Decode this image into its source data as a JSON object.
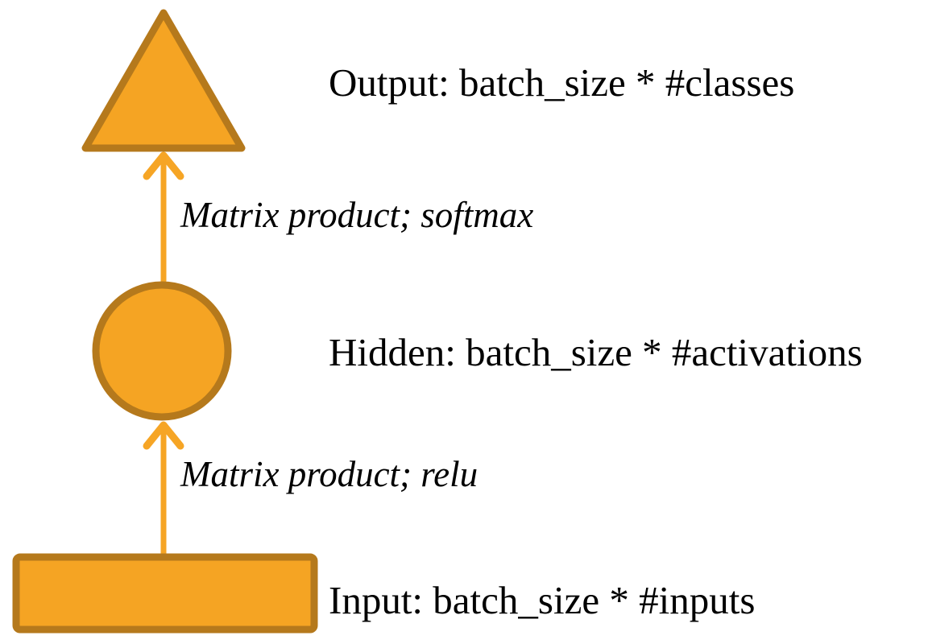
{
  "diagram": {
    "type": "flow-diagram",
    "description": "Neural network layer flow: input rectangle to hidden circle to output triangle, connected by upward arrows",
    "nodes": [
      {
        "id": "output",
        "shape": "triangle",
        "label": "Output: batch_size * #classes"
      },
      {
        "id": "hidden",
        "shape": "circle",
        "label": "Hidden: batch_size * #activations"
      },
      {
        "id": "input",
        "shape": "rectangle",
        "label": "Input: batch_size * #inputs"
      }
    ],
    "edges": [
      {
        "from": "hidden",
        "to": "output",
        "direction": "up",
        "label": "Matrix product; softmax"
      },
      {
        "from": "input",
        "to": "hidden",
        "direction": "up",
        "label": "Matrix product; relu"
      }
    ],
    "colors": {
      "shape_fill": "#F5A423",
      "shape_stroke": "#B5791C",
      "arrow": "#F6A525",
      "text": "#000000",
      "background": "#FFFFFF"
    }
  }
}
